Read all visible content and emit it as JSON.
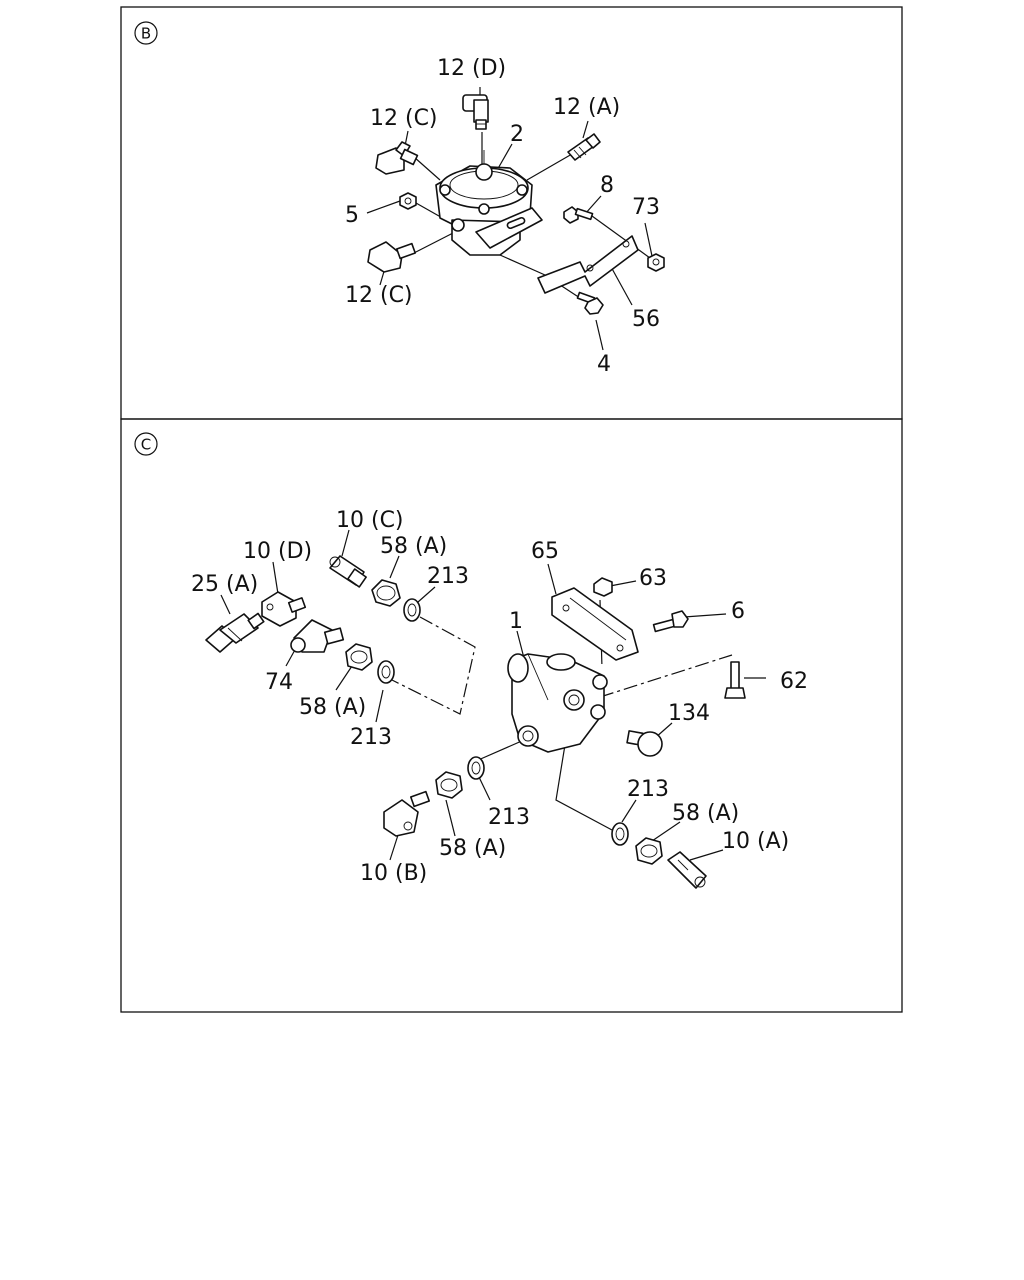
{
  "panels": [
    {
      "id": "B",
      "badge": "B",
      "labels": [
        "12 (D)",
        "12 (C)",
        "12 (A)",
        "2",
        "8",
        "73",
        "5",
        "12 (C)",
        "56",
        "4"
      ]
    },
    {
      "id": "C",
      "badge": "C",
      "labels": [
        "10 (C)",
        "10 (D)",
        "58 (A)",
        "213",
        "25 (A)",
        "65",
        "63",
        "6",
        "1",
        "62",
        "74",
        "58 (A)",
        "213",
        "134",
        "213",
        "58 (A)",
        "213",
        "10 (A)",
        "58 (A)",
        "10 (B)"
      ]
    }
  ]
}
